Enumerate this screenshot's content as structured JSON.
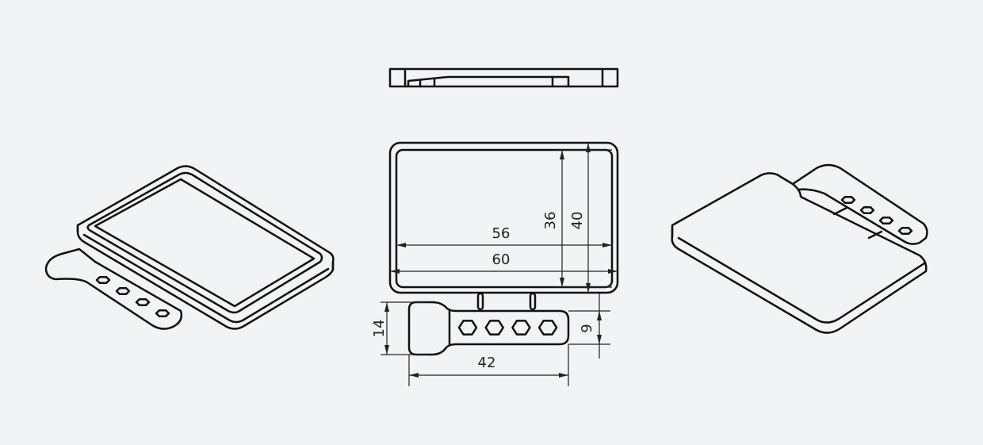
{
  "drawing": {
    "views": [
      "top-view",
      "front-view",
      "isometric-left",
      "isometric-right"
    ],
    "dimensions": {
      "inner_width": "56",
      "outer_width": "60",
      "inner_height": "36",
      "outer_height": "40",
      "tab_width": "14",
      "tab_strip_width": "9",
      "tab_length": "42"
    },
    "hex_hole_count": 4,
    "line_color": "#111111",
    "background": "#f1f3f5"
  }
}
